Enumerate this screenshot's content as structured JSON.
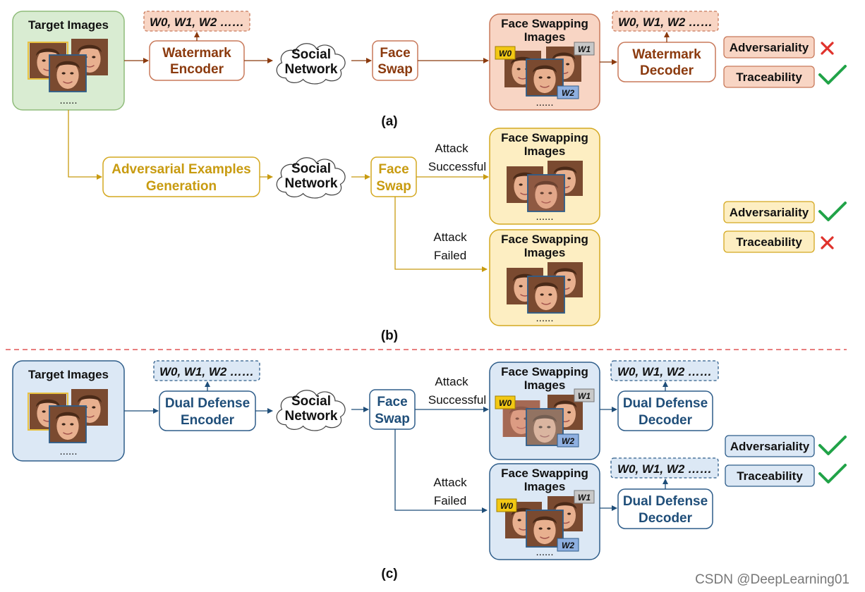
{
  "colors": {
    "brown": "#8b3a0e",
    "gold": "#c89b10",
    "blue": "#1f4e79",
    "green_fill": "#d9ecd2",
    "green_stroke": "#8fbc7a",
    "salmon_fill": "#f8d5c4",
    "salmon_stroke": "#c8795a",
    "yellow_fill": "#fdeec2",
    "yellow_stroke": "#d4a820",
    "lightblue_fill": "#dce8f5",
    "blue_stroke": "#2e5d8a",
    "check": "#21a348",
    "cross": "#e0322c",
    "divider": "#e05555"
  },
  "labels": {
    "target_images": "Target Images",
    "dots": "......",
    "watermarks": "W0, W1, W2 ……",
    "w0": "W0",
    "w1": "W1",
    "w2": "W2",
    "face_swapping": "Face Swapping",
    "images": "Images",
    "social": "Social",
    "network": "Network",
    "face": "Face",
    "swap": "Swap",
    "watermark": "Watermark",
    "encoder": "Encoder",
    "decoder": "Decoder",
    "adversarial_examples": "Adversarial Examples",
    "generation": "Generation",
    "dual_defense": "Dual Defense",
    "attack": "Attack",
    "successful": "Successful",
    "failed": "Failed",
    "adversariality": "Adversariality",
    "traceability": "Traceability",
    "panel_a": "(a)",
    "panel_b": "(b)",
    "panel_c": "(c)"
  },
  "results": {
    "a": {
      "adversariality": "cross-icon",
      "traceability": "check-icon"
    },
    "b": {
      "adversariality": "check-icon",
      "traceability": "cross-icon"
    },
    "c": {
      "adversariality": "check-icon",
      "traceability": "check-icon"
    }
  },
  "credit": "CSDN @DeepLearning01"
}
